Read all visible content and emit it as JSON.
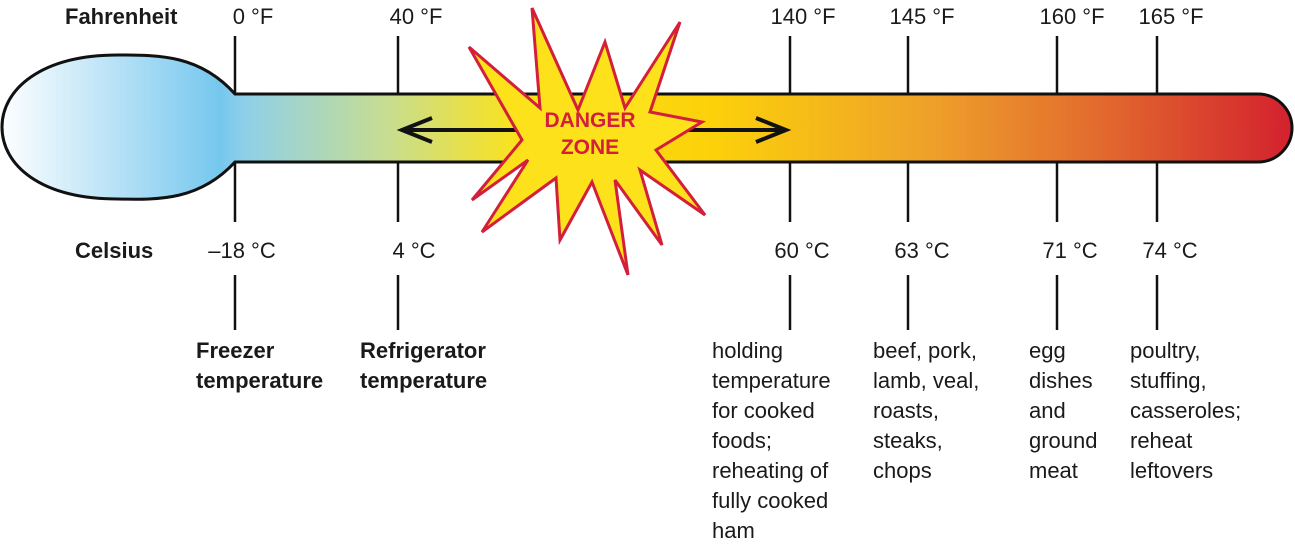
{
  "scale_labels": {
    "fahrenheit": "Fahrenheit",
    "celsius": "Celsius"
  },
  "marks": [
    {
      "f": "0 °F",
      "c": "–18 °C",
      "desc": [
        "Freezer",
        "temperature"
      ],
      "bold": true
    },
    {
      "f": "40 °F",
      "c": "4 °C",
      "desc": [
        "Refrigerator",
        "temperature"
      ],
      "bold": true
    },
    {
      "f": "140 °F",
      "c": "60 °C",
      "desc": [
        "holding",
        "temperature",
        "for cooked",
        "foods;",
        "reheating of",
        "fully cooked",
        "ham"
      ]
    },
    {
      "f": "145 °F",
      "c": "63 °C",
      "desc": [
        "beef, pork,",
        "lamb, veal,",
        "roasts,",
        "steaks,",
        "chops"
      ]
    },
    {
      "f": "160 °F",
      "c": "71 °C",
      "desc": [
        "egg",
        "dishes",
        "and",
        "ground",
        "meat"
      ]
    },
    {
      "f": "165 °F",
      "c": "74 °C",
      "desc": [
        "poultry,",
        "stuffing,",
        "casseroles;",
        "reheat",
        "leftovers"
      ]
    }
  ],
  "danger_zone": {
    "line1": "DANGER",
    "line2": "ZONE",
    "color": "#d31f3a"
  }
}
